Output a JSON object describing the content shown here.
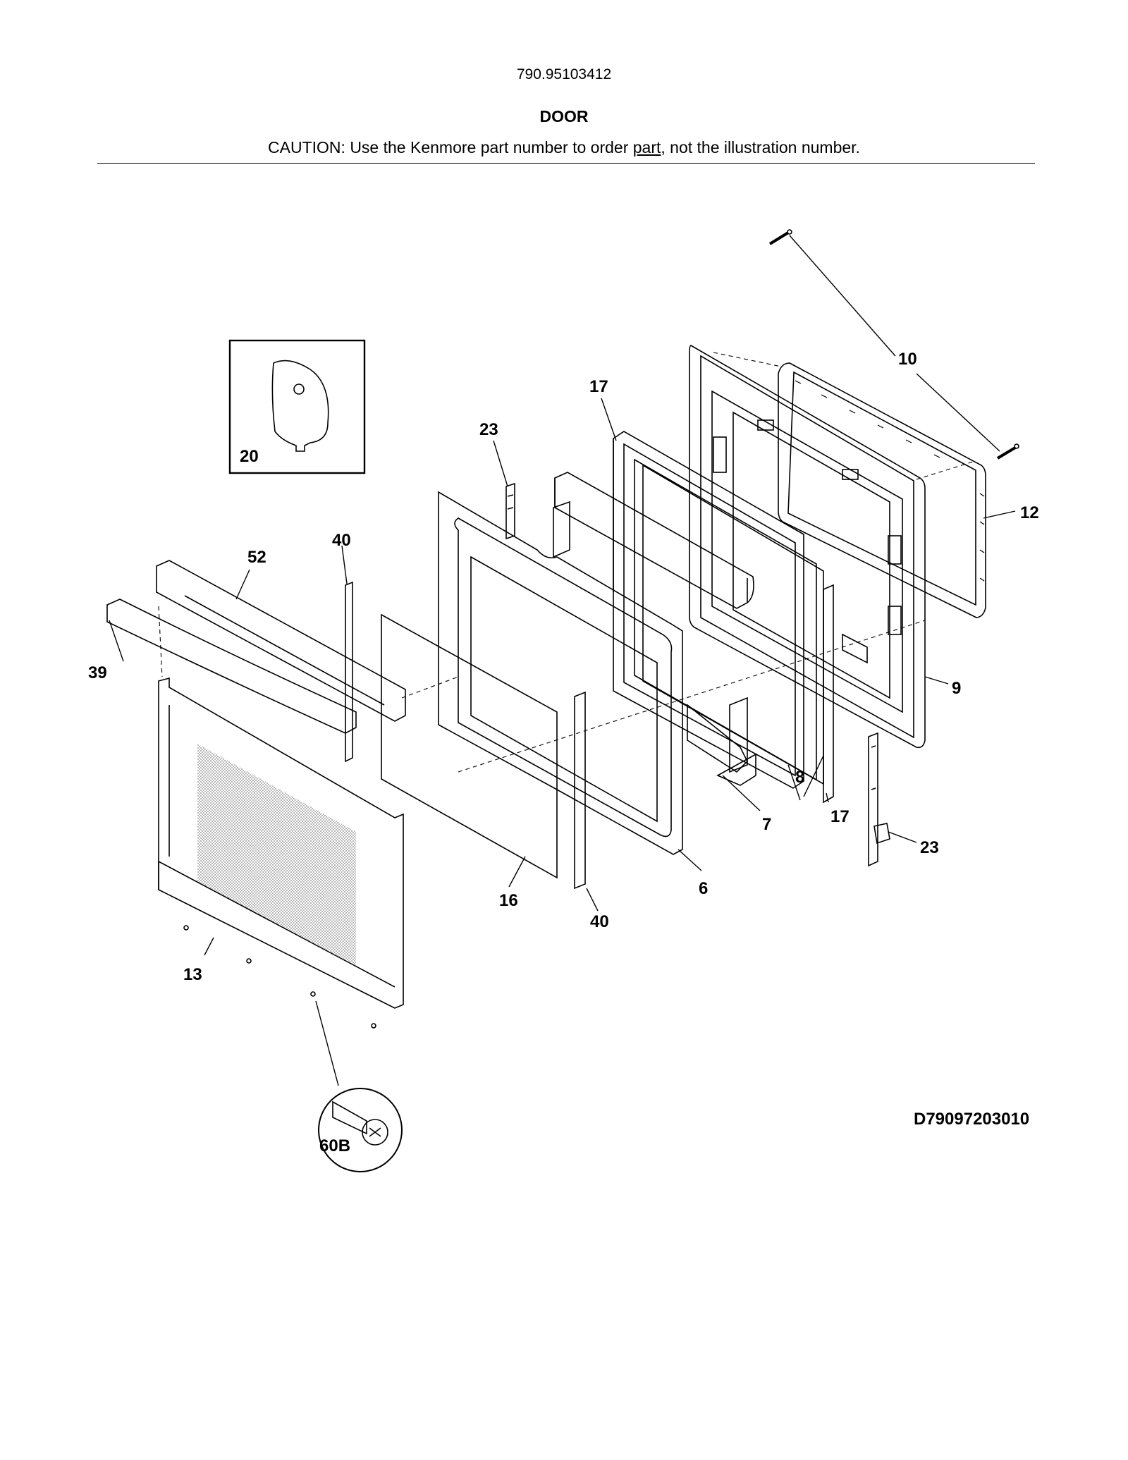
{
  "header": {
    "model_number": "790.95103412",
    "section_title": "DOOR",
    "caution_before": "CAUTION: Use the Kenmore part number to order ",
    "caution_link": "part",
    "caution_after": ", not the illustration number."
  },
  "callouts": {
    "c10": "10",
    "c12": "12",
    "c9": "9",
    "c17_top": "17",
    "c17_bottom": "17",
    "c23_top": "23",
    "c23_bottom": "23",
    "c20": "20",
    "c52": "52",
    "c40_top": "40",
    "c40_bottom": "40",
    "c39": "39",
    "c8": "8",
    "c7": "7",
    "c6": "6",
    "c16": "16",
    "c13": "13",
    "c60b": "60B"
  },
  "diagram_code": "D79097203010"
}
